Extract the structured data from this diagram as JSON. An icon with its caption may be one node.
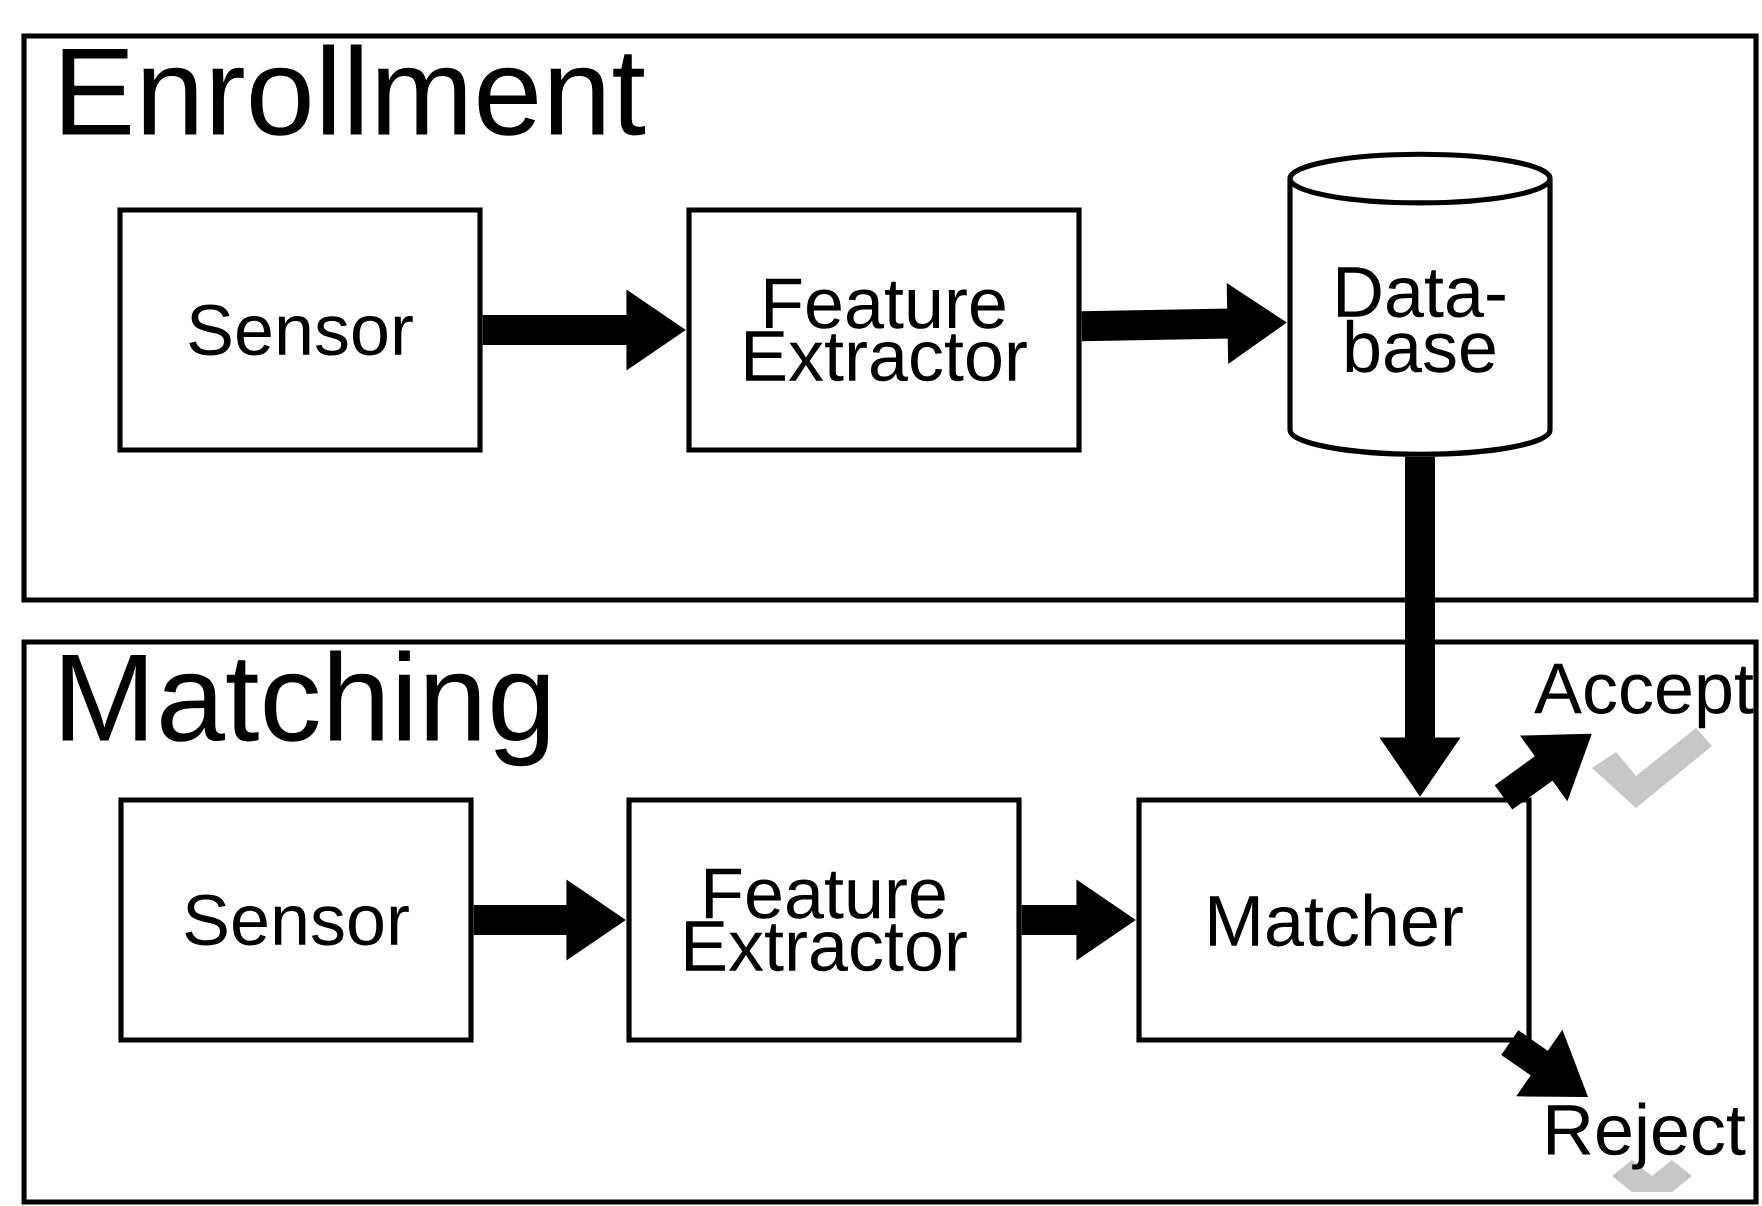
{
  "diagram": {
    "nodes": [
      {
        "text": [
          "Enrollment"
        ]
      },
      {
        "text": [
          "Sensor"
        ],
        "in": 0
      },
      {
        "text": [
          "Feature Extractor"
        ],
        "in": 0
      },
      {
        "text": [
          "Data- base"
        ],
        "in": 0
      },
      {
        "text": [
          "Matching"
        ]
      },
      {
        "text": [
          "Sensor"
        ],
        "in": 4
      },
      {
        "text": [
          "Feature Extractor"
        ],
        "in": 4
      },
      {
        "text": [
          "Matcher"
        ],
        "in": 4
      },
      {
        "text": [
          "Accept"
        ],
        "in": 4
      },
      {
        "text": [
          "Reject"
        ],
        "in": 4
      }
    ],
    "edges": [
      {
        "from": 1,
        "to": 2,
        "arrow": "to"
      },
      {
        "from": 2,
        "to": 3,
        "arrow": "to"
      },
      {
        "from": 3,
        "to": 7,
        "arrow": "to"
      },
      {
        "from": 5,
        "to": 6,
        "arrow": "to"
      },
      {
        "from": 6,
        "to": 7,
        "arrow": "to"
      },
      {
        "from": 7,
        "to": 8,
        "arrow": "to"
      },
      {
        "from": 7,
        "to": 9,
        "arrow": "to"
      }
    ]
  }
}
